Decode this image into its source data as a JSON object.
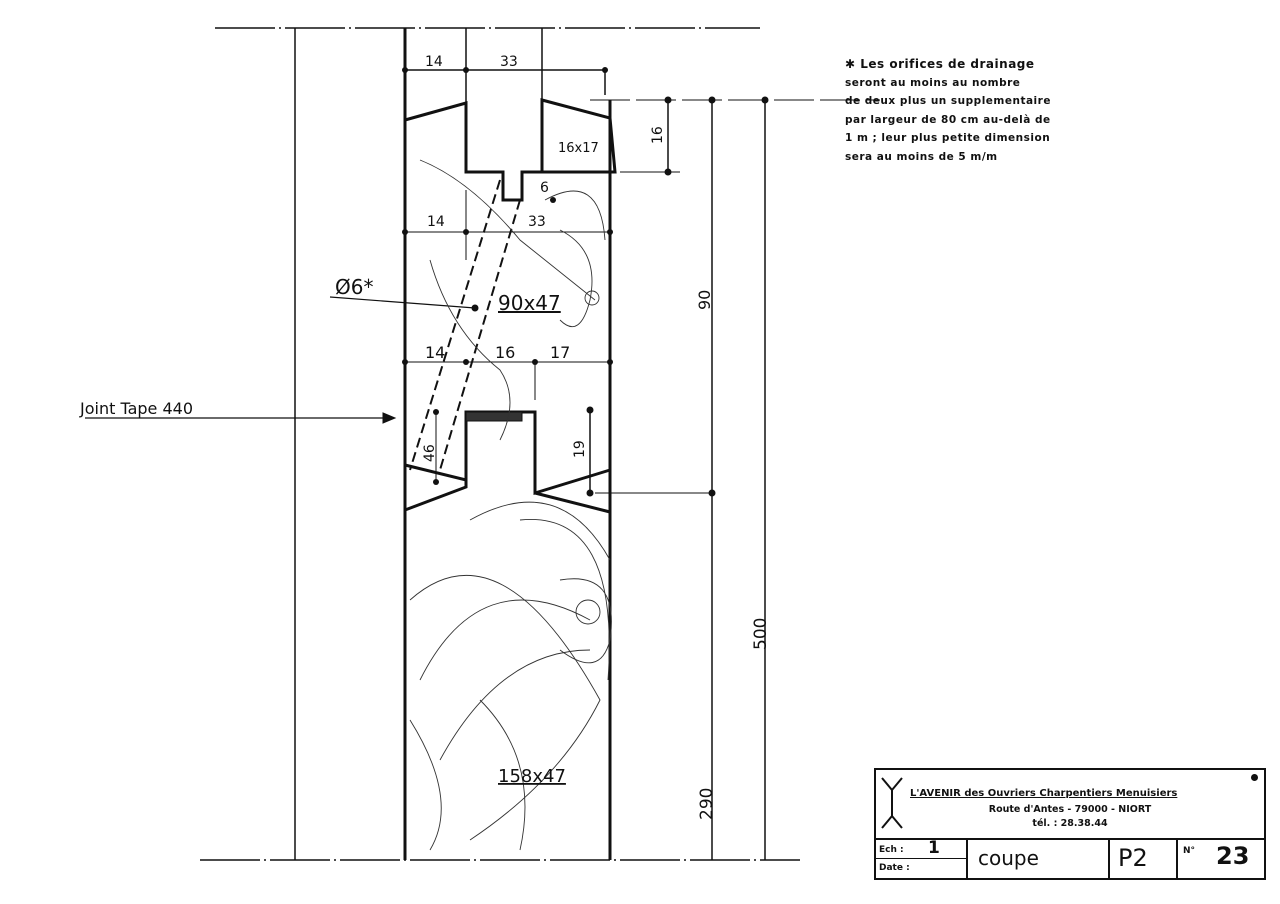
{
  "drawing": {
    "labels": {
      "top_dim_left": "14",
      "top_dim_right": "33",
      "block_size": "16x17",
      "right_dim_small": "16",
      "slot_dim": "6",
      "mid_dim_left": "14",
      "mid_dim_right": "33",
      "hole": "Ø6*",
      "rail_size": "90x47",
      "low_dim_a": "14",
      "low_dim_b": "16",
      "low_dim_c": "17",
      "joint": "Joint Tape 440",
      "dim_46": "46",
      "dim_19": "19",
      "dim_90": "90",
      "dim_500": "500",
      "dim_290": "290",
      "post_size": "158x47"
    }
  },
  "note": {
    "lines": [
      "✱ Les orifices de drainage",
      "seront au moins au nombre",
      "de deux plus un supplementaire",
      "par largeur de 80 cm au-delà de",
      "1 m ; leur plus petite dimension",
      "sera au moins de 5 m/m"
    ]
  },
  "title_block": {
    "company": "L'AVENIR des Ouvriers Charpentiers Menuisiers",
    "address": "Route d'Antes - 79000 - NIORT",
    "phone": "tél. : 28.38.44",
    "scale_label": "Ech :",
    "scale_value": "1",
    "date_label": "Date :",
    "view": "coupe",
    "sheet": "P2",
    "number_label": "N°",
    "number": "23"
  }
}
